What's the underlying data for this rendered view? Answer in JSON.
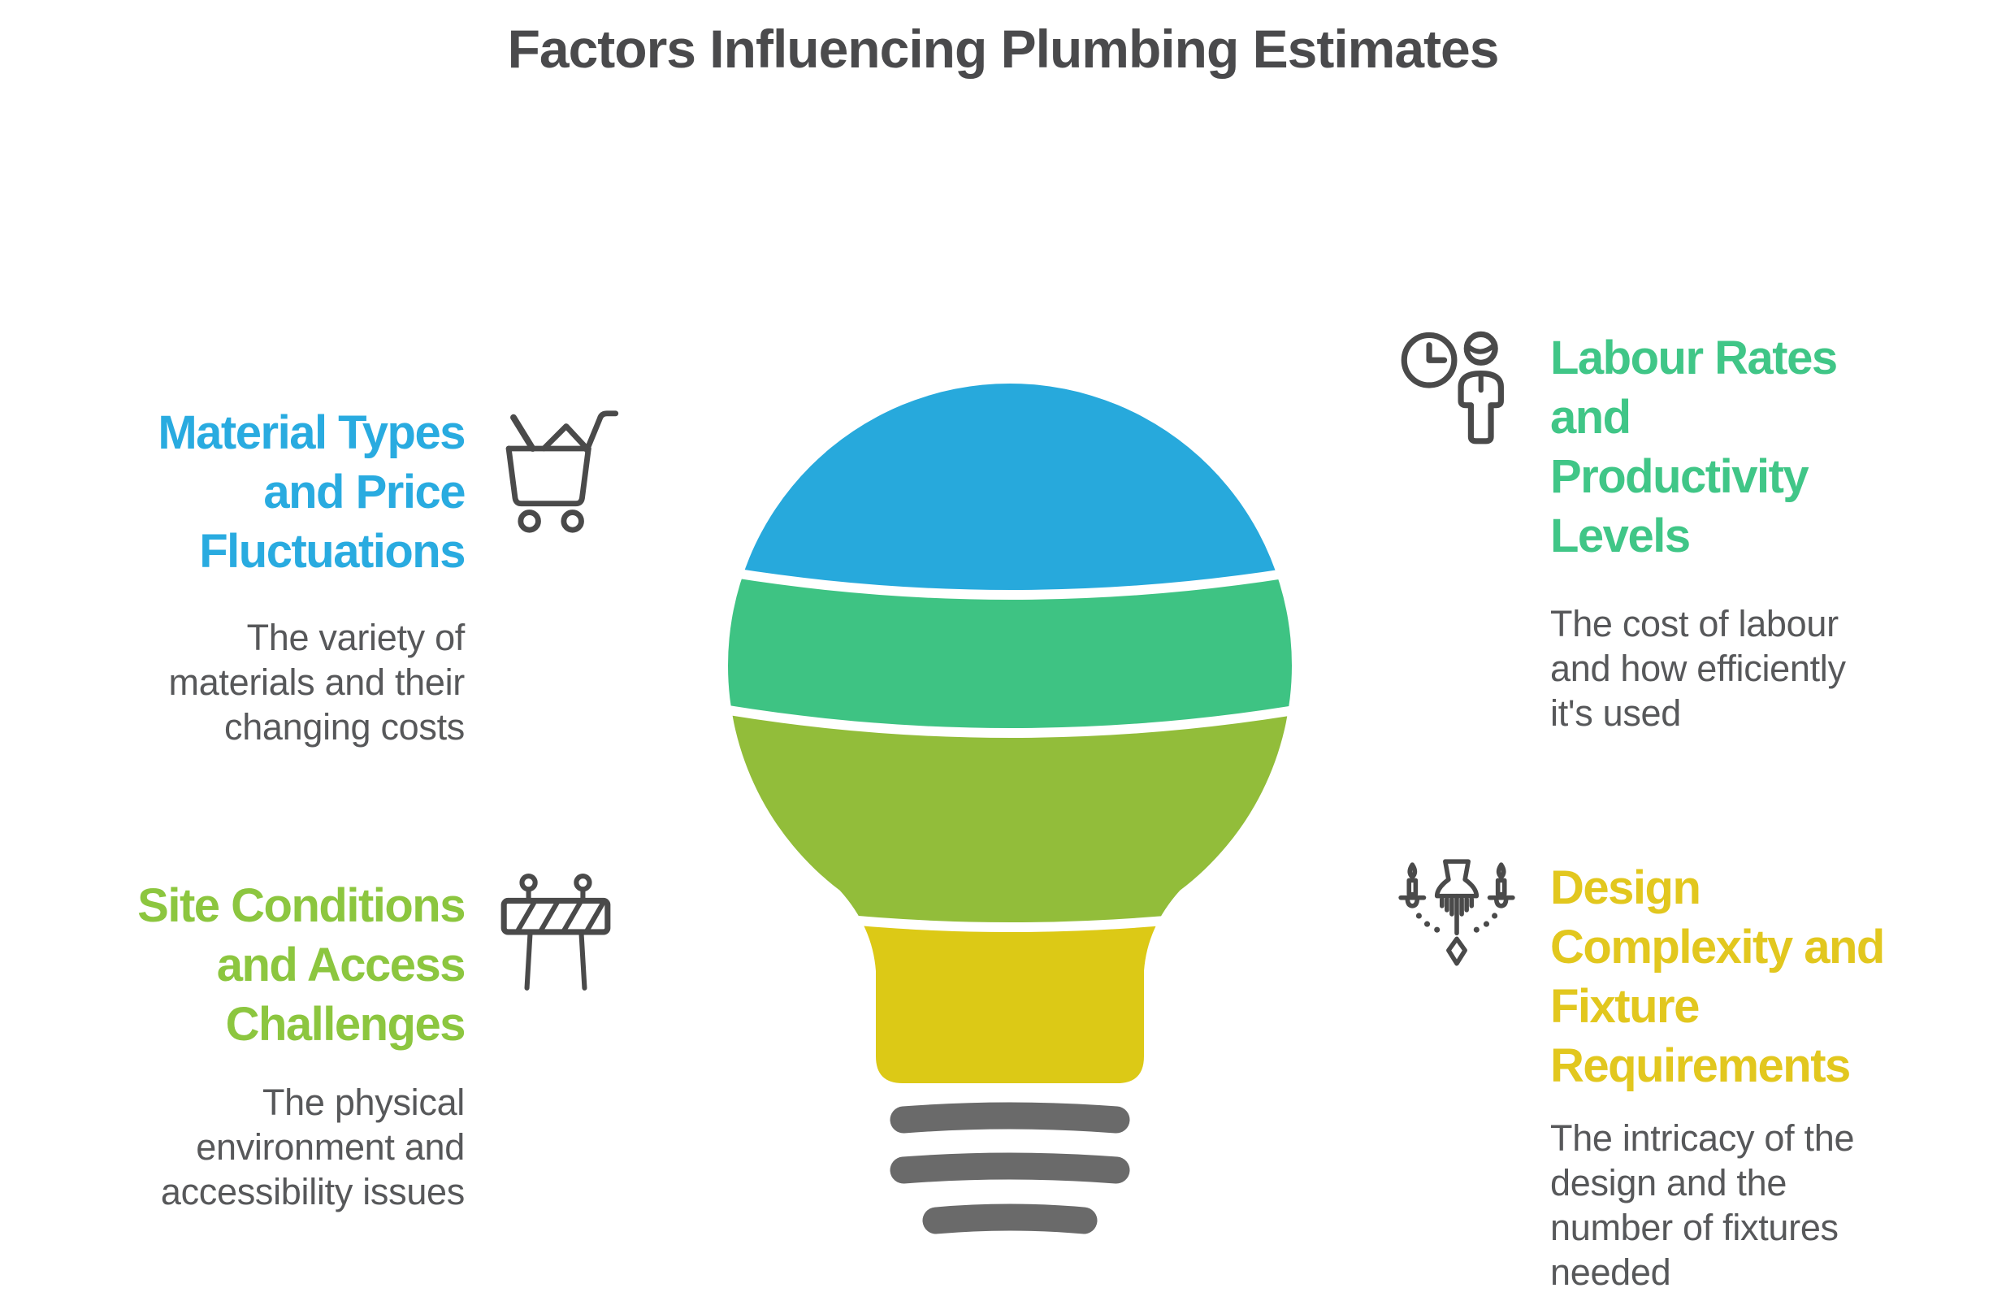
{
  "title": "Factors Influencing Plumbing Estimates",
  "colors": {
    "title_text": "#4A4A4C",
    "body_text": "#57585A",
    "icon_stroke": "#4A4A4A",
    "background": "#FFFFFF"
  },
  "sections": [
    {
      "id": "materials",
      "heading_lines": [
        "Material Types",
        "and Price",
        "Fluctuations"
      ],
      "body_lines": [
        "The variety of",
        "materials and their",
        "changing costs"
      ],
      "color": "#29ABE0",
      "icon": "shopping-cart"
    },
    {
      "id": "labour",
      "heading_lines": [
        "Labour Rates",
        "and",
        "Productivity",
        "Levels"
      ],
      "body_lines": [
        "The cost of labour",
        "and how efficiently",
        "it's used"
      ],
      "color": "#40C687",
      "icon": "clock-person"
    },
    {
      "id": "site",
      "heading_lines": [
        "Site Conditions",
        "and Access",
        "Challenges"
      ],
      "body_lines": [
        "The physical",
        "environment and",
        "accessibility issues"
      ],
      "color": "#8CC63F",
      "icon": "barrier"
    },
    {
      "id": "design",
      "heading_lines": [
        "Design",
        "Complexity and",
        "Fixture",
        "Requirements"
      ],
      "body_lines": [
        "The intricacy of the",
        "design and the",
        "number of fixtures",
        "needed"
      ],
      "color": "#E2C71E",
      "icon": "chandelier"
    }
  ],
  "bulb": {
    "bands": [
      {
        "name": "top-band",
        "color": "#27A9DC"
      },
      {
        "name": "upper-middle-band",
        "color": "#3EC383"
      },
      {
        "name": "lower-middle-band",
        "color": "#92BD3A"
      },
      {
        "name": "neck-band",
        "color": "#DCC916"
      }
    ],
    "base_color": "#6A6A6A"
  }
}
